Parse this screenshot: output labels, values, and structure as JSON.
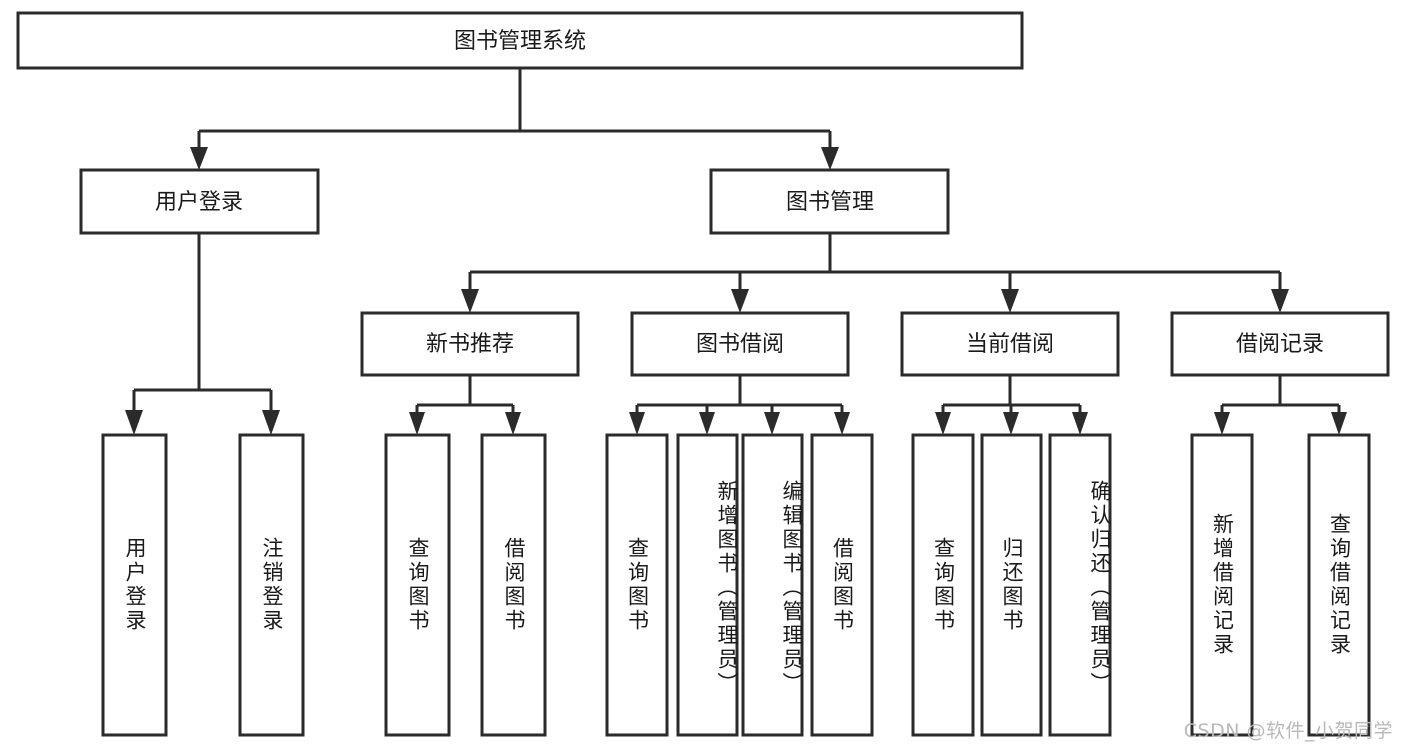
{
  "diagram": {
    "type": "tree-hierarchy",
    "title": "图书管理系统",
    "watermark": "CSDN @软件_小贺同学",
    "colors": {
      "stroke": "#2b2b2b",
      "fill": "#ffffff",
      "text": "#1a1a1a",
      "watermark": "#b9b9b9",
      "background": "#ffffff"
    },
    "root": {
      "label": "图书管理系统"
    },
    "level2": [
      {
        "id": "user-login",
        "label": "用户登录"
      },
      {
        "id": "book-manage",
        "label": "图书管理"
      }
    ],
    "level3": [
      {
        "id": "new-book-rec",
        "label": "新书推荐",
        "parent": "book-manage"
      },
      {
        "id": "book-borrow",
        "label": "图书借阅",
        "parent": "book-manage"
      },
      {
        "id": "current-borrow",
        "label": "当前借阅",
        "parent": "book-manage"
      },
      {
        "id": "borrow-record",
        "label": "借阅记录",
        "parent": "book-manage"
      }
    ],
    "leaves": [
      {
        "id": "leaf-user-login",
        "label": "用户登录",
        "parent": "user-login"
      },
      {
        "id": "leaf-user-logout",
        "label": "注销登录",
        "parent": "user-login"
      },
      {
        "id": "leaf-query-book-1",
        "label": "查询图书",
        "parent": "new-book-rec"
      },
      {
        "id": "leaf-borrow-book-1",
        "label": "借阅图书",
        "parent": "new-book-rec"
      },
      {
        "id": "leaf-query-book-2",
        "label": "查询图书",
        "parent": "book-borrow"
      },
      {
        "id": "leaf-add-book",
        "label": "新增图书（管理员）",
        "parent": "book-borrow"
      },
      {
        "id": "leaf-edit-book",
        "label": "编辑图书（管理员）",
        "parent": "book-borrow"
      },
      {
        "id": "leaf-borrow-book-2",
        "label": "借阅图书",
        "parent": "book-borrow"
      },
      {
        "id": "leaf-query-book-3",
        "label": "查询图书",
        "parent": "current-borrow"
      },
      {
        "id": "leaf-return-book",
        "label": "归还图书",
        "parent": "current-borrow"
      },
      {
        "id": "leaf-confirm-return",
        "label": "确认归还（管理员）",
        "parent": "current-borrow"
      },
      {
        "id": "leaf-add-record",
        "label": "新增借阅记录",
        "parent": "borrow-record"
      },
      {
        "id": "leaf-query-record",
        "label": "查询借阅记录",
        "parent": "borrow-record"
      }
    ]
  }
}
